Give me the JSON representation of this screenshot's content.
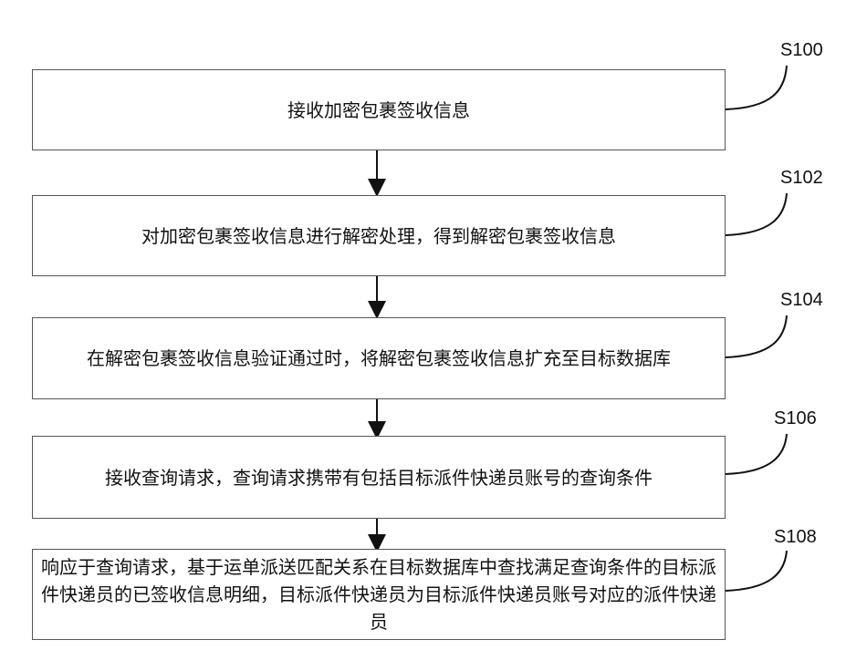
{
  "steps": [
    {
      "id": "S100",
      "text": "接收加密包裹签收信息"
    },
    {
      "id": "S102",
      "text": "对加密包裹签收信息进行解密处理，得到解密包裹签收信息"
    },
    {
      "id": "S104",
      "text": "在解密包裹签收信息验证通过时，将解密包裹签收信息扩充至目标数据库"
    },
    {
      "id": "S106",
      "text": "接收查询请求，查询请求携带有包括目标派件快递员账号的查询条件"
    },
    {
      "id": "S108",
      "text": "响应于查询请求，基于运单派送匹配关系在目标数据库中查找满足查询条件的目标派件快递员的已签收信息明细，目标派件快递员为目标派件快递员账号对应的派件快递员"
    }
  ]
}
